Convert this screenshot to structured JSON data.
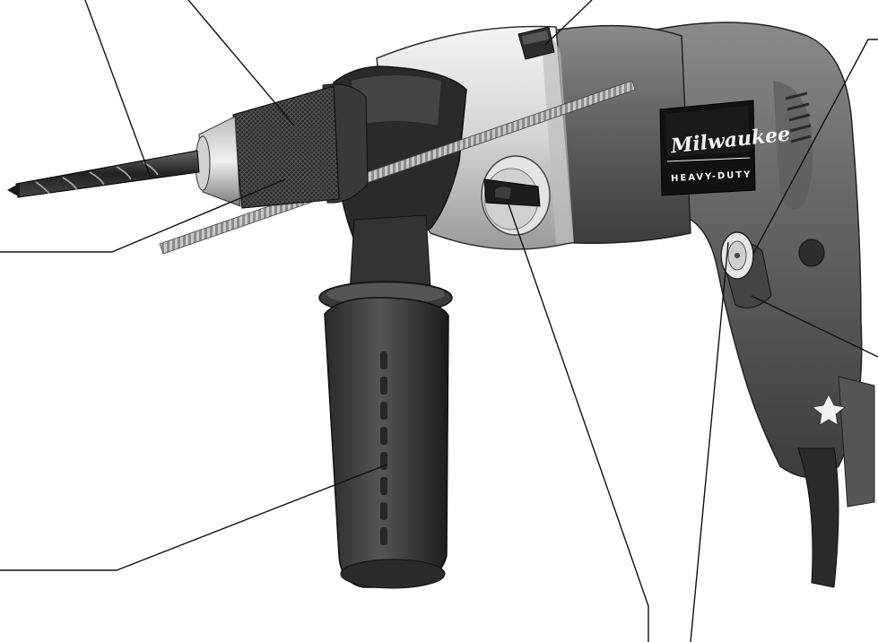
{
  "figure": {
    "logo": {
      "brand": "Milwaukee",
      "tagline": "HEAVY-DUTY"
    }
  },
  "colors": {
    "background": "#ffffff",
    "leader_line": "#111111",
    "housing_dark": "#3a3a3a",
    "housing_light": "#d9d9d9",
    "grip_black": "#1f1f1f"
  },
  "leader_targets": [
    "drill-bit",
    "chuck-sleeve",
    "top-switch",
    "speed-dial",
    "chuck-collar",
    "side-handle",
    "gear-selector",
    "depth-gauge-clamp",
    "trigger-lock",
    "trigger"
  ]
}
